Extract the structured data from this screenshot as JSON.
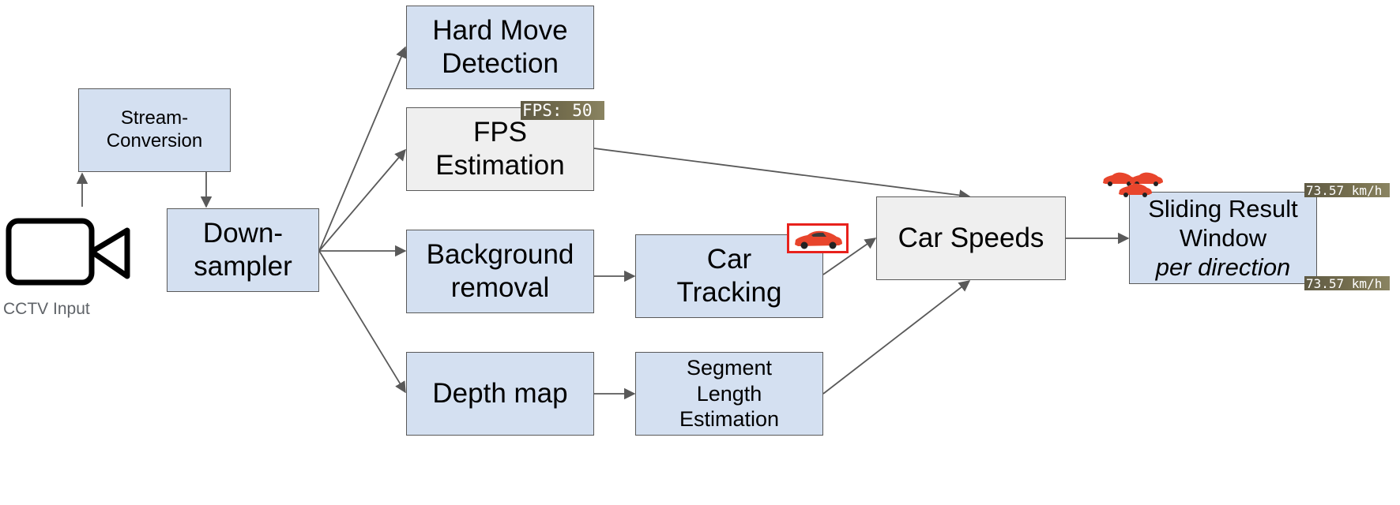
{
  "camera": {
    "label": "CCTV Input",
    "icon": "video-camera-icon"
  },
  "nodes": {
    "stream_conversion": [
      "Stream-",
      "Conversion"
    ],
    "downsampler": [
      "Down-",
      "sampler"
    ],
    "hard_move": [
      "Hard Move",
      "Detection"
    ],
    "fps_estimation": [
      "FPS",
      "Estimation"
    ],
    "background_removal": [
      "Background",
      "removal"
    ],
    "depth_map": [
      "Depth map"
    ],
    "car_tracking": [
      "Car",
      "Tracking"
    ],
    "segment_length": [
      "Segment",
      "Length",
      "Estimation"
    ],
    "car_speeds": [
      "Car Speeds"
    ],
    "sliding_result": [
      "Sliding Result",
      "Window",
      "per direction"
    ]
  },
  "overlays": {
    "fps_badge": "FPS: 50",
    "speed_badge_top": "73.57 km/h",
    "speed_badge_bottom": "73.57 km/h",
    "car_icon": "red-sports-car-icon",
    "car_group_icon": "car-group-icon"
  },
  "colors": {
    "process_box": "#d4e0f1",
    "estimate_box": "#efefef",
    "arrow": "#595959",
    "tracking_box": "#e8211c",
    "car": "#e8452c"
  }
}
